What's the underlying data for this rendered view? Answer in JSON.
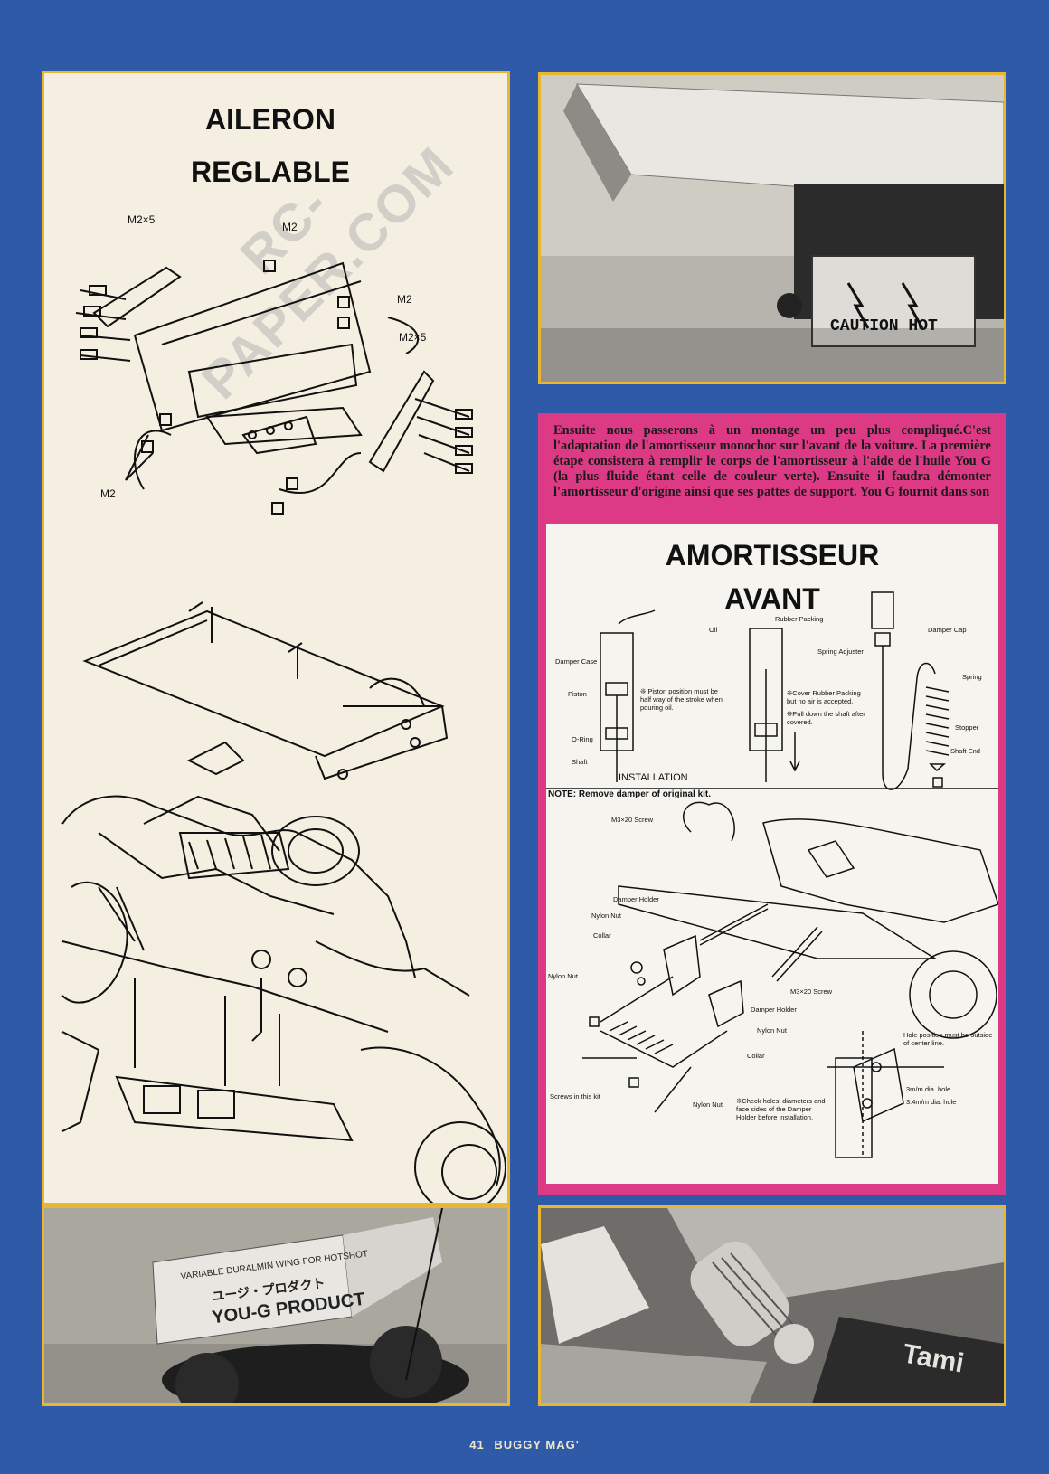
{
  "aileron": {
    "title_line1": "AILERON",
    "title_line2": "REGLABLE",
    "labels": {
      "m2x5_a": "M2×5",
      "m2_a": "M2",
      "m2_b": "M2",
      "m2x5_b": "M2×5",
      "m2_c": "M2"
    },
    "watermark": "RC-PAPER.COM"
  },
  "photo_left": {
    "wing_text_1": "VARIABLE DURALMIN WING FOR HOTSHOT",
    "wing_text_2": "ユージ・プロダクト",
    "wing_text_3": "YOU-G PRODUCT"
  },
  "photo_top": {
    "sign_text": "CAUTION HOT"
  },
  "photo_bottom": {
    "text": "Tami"
  },
  "intro_text": "Ensuite nous passerons à un montage un peu plus compliqué.C'est l'adaptation de l'amortisseur monochoc sur l'avant de la voiture. La première étape consistera à remplir le corps de l'amortisseur à l'aide de l'huile You G (la plus fluide étant celle de couleur verte). Ensuite il faudra démonter l'amortisseur d'origine ainsi que ses pattes de support. You G fournit dans son",
  "amortisseur": {
    "title_line1": "AMORTISSEUR",
    "title_line2": "AVANT",
    "labels": {
      "oil": "Oil",
      "damper_case": "Damper Case",
      "piston": "Piston",
      "o_ring": "O-Ring",
      "shaft": "Shaft",
      "piston_note": "❊ Piston position must be half way of the stroke when pouring oil.",
      "rubber_packing": "Rubber Packing",
      "cover_note": "❊Cover Rubber Packing but no air is accepted.",
      "pull_note": "❊Pull down the shaft after covered.",
      "damper_cap": "Damper Cap",
      "spring_adjuster": "Spring Adjuster",
      "spring": "Spring",
      "stopper": "Stopper",
      "shaft_end": "Shaft End",
      "installation": "INSTALLATION",
      "note": "NOTE: Remove damper of original kit.",
      "m3x20_a": "M3×20 Screw",
      "damper_holder_a": "Damper Holder",
      "nylon_nut_a": "Nylon Nut",
      "collar_a": "Collar",
      "nylon_nut_b": "Nylon Nut",
      "m3x20_b": "M3×20 Screw",
      "damper_holder_b": "Damper Holder",
      "nylon_nut_c": "Nylon Nut",
      "collar_b": "Collar",
      "screws_kit": "Screws in this kit",
      "nylon_nut_d": "Nylon Nut",
      "check_note": "❊Check holes' diameters and face sides of the Damper Holder before installation.",
      "hole_note": "Hole position must be outside of center line.",
      "hole_3": "3m/m dia. hole",
      "hole_34": "3.4m/m dia. hole"
    }
  },
  "footer": {
    "page": "41",
    "magazine": "BUGGY MAG'"
  }
}
